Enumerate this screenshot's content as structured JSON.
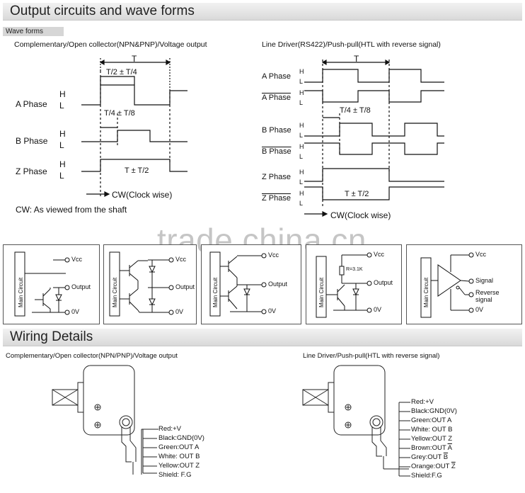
{
  "sections": {
    "output_title": "Output circuits and wave forms",
    "wave_tab": "Wave forms",
    "wiring_title": "Wiring Details"
  },
  "left_wave": {
    "caption": "Complementary/Open collector(NPN&PNP)/Voltage output",
    "period": "T",
    "a_phase": "A Phase",
    "b_phase": "B Phase",
    "z_phase": "Z Phase",
    "high": "H",
    "low": "L",
    "a_tol": "T/2 ± T/4",
    "b_tol": "T/4 ± T/8",
    "z_tol": "T ± T/2",
    "cw": "CW(Clock wise)",
    "note": "CW: As viewed from the shaft"
  },
  "right_wave": {
    "caption": "Line Driver(RS422)/Push-pull(HTL with reverse signal)",
    "period": "T",
    "a_phase": "A Phase",
    "a_bar_phase": "A Phase",
    "b_phase": "B Phase",
    "b_bar_phase": "B Phase",
    "z_phase": "Z Phase",
    "z_bar_phase": "Z Phase",
    "high": "H",
    "low": "L",
    "b_tol": "T/4 ± T/8",
    "z_tol": "T ± T/2",
    "cw": "CW(Clock wise)"
  },
  "watermark": "trade.china.cn",
  "circuits": {
    "main_circuit": "Main Circuit",
    "vcc": "Vcc",
    "output": "Output",
    "zero_v": "0V",
    "resistor": "R=3.1K",
    "signal": "Signal",
    "reverse_signal_1": "Reverse",
    "reverse_signal_2": "signal"
  },
  "wiring_left": {
    "caption": "Complementary/Open collector(NPN/PNP)/Voltage output",
    "wires": [
      "Red:+V",
      "Black:GND(0V)",
      "Green:OUT A",
      "White: OUT B",
      "Yellow:OUT Z",
      "Shield: F.G"
    ]
  },
  "wiring_right": {
    "caption": "Line Driver/Push-pull(HTL with reverse signal)",
    "wires": [
      {
        "text": "Red:+V",
        "bar": ""
      },
      {
        "text": "Black:GND(0V)",
        "bar": ""
      },
      {
        "text": "Green:OUT A",
        "bar": ""
      },
      {
        "text": "White: OUT B",
        "bar": ""
      },
      {
        "text": "Yellow:OUT Z",
        "bar": ""
      },
      {
        "text": "Brown:OUT ",
        "bar": "A"
      },
      {
        "text": "Grey:OUT ",
        "bar": "B"
      },
      {
        "text": "Orange:OUT ",
        "bar": "Z"
      },
      {
        "text": "Shield:F.G",
        "bar": ""
      }
    ]
  }
}
